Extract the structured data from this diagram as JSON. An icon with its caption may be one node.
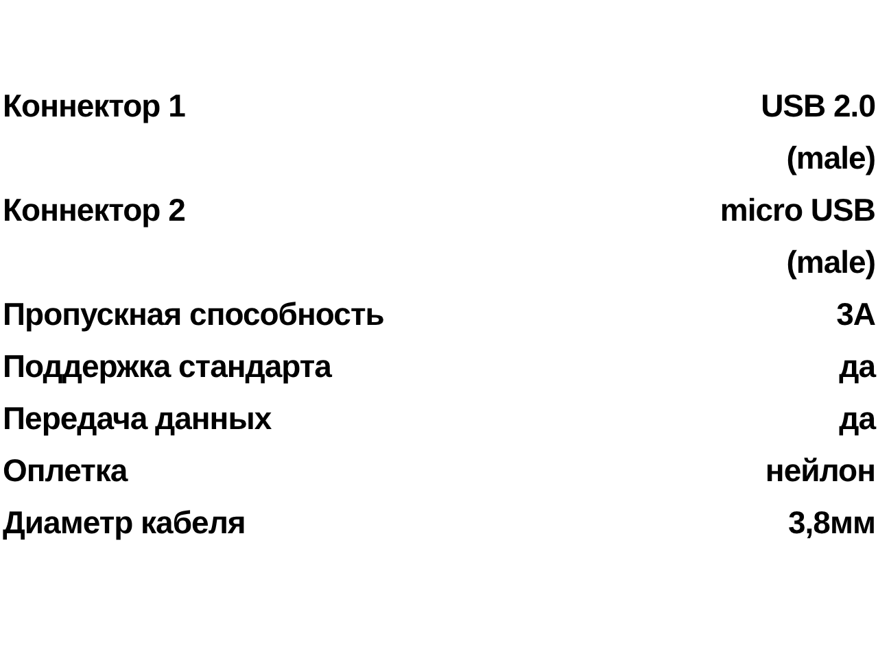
{
  "diagram": {
    "labels": [
      "Коннектор 1",
      "USB 2.0 (male)",
      "Коннектор 2",
      "micro USB (male)",
      "Пропускная способность",
      "3А",
      "Поддержка стандарта",
      "да",
      "Передача данных",
      "да",
      "Оплетка",
      "нейлон",
      "Диаметр кабеля",
      "3,8мм"
    ]
  }
}
